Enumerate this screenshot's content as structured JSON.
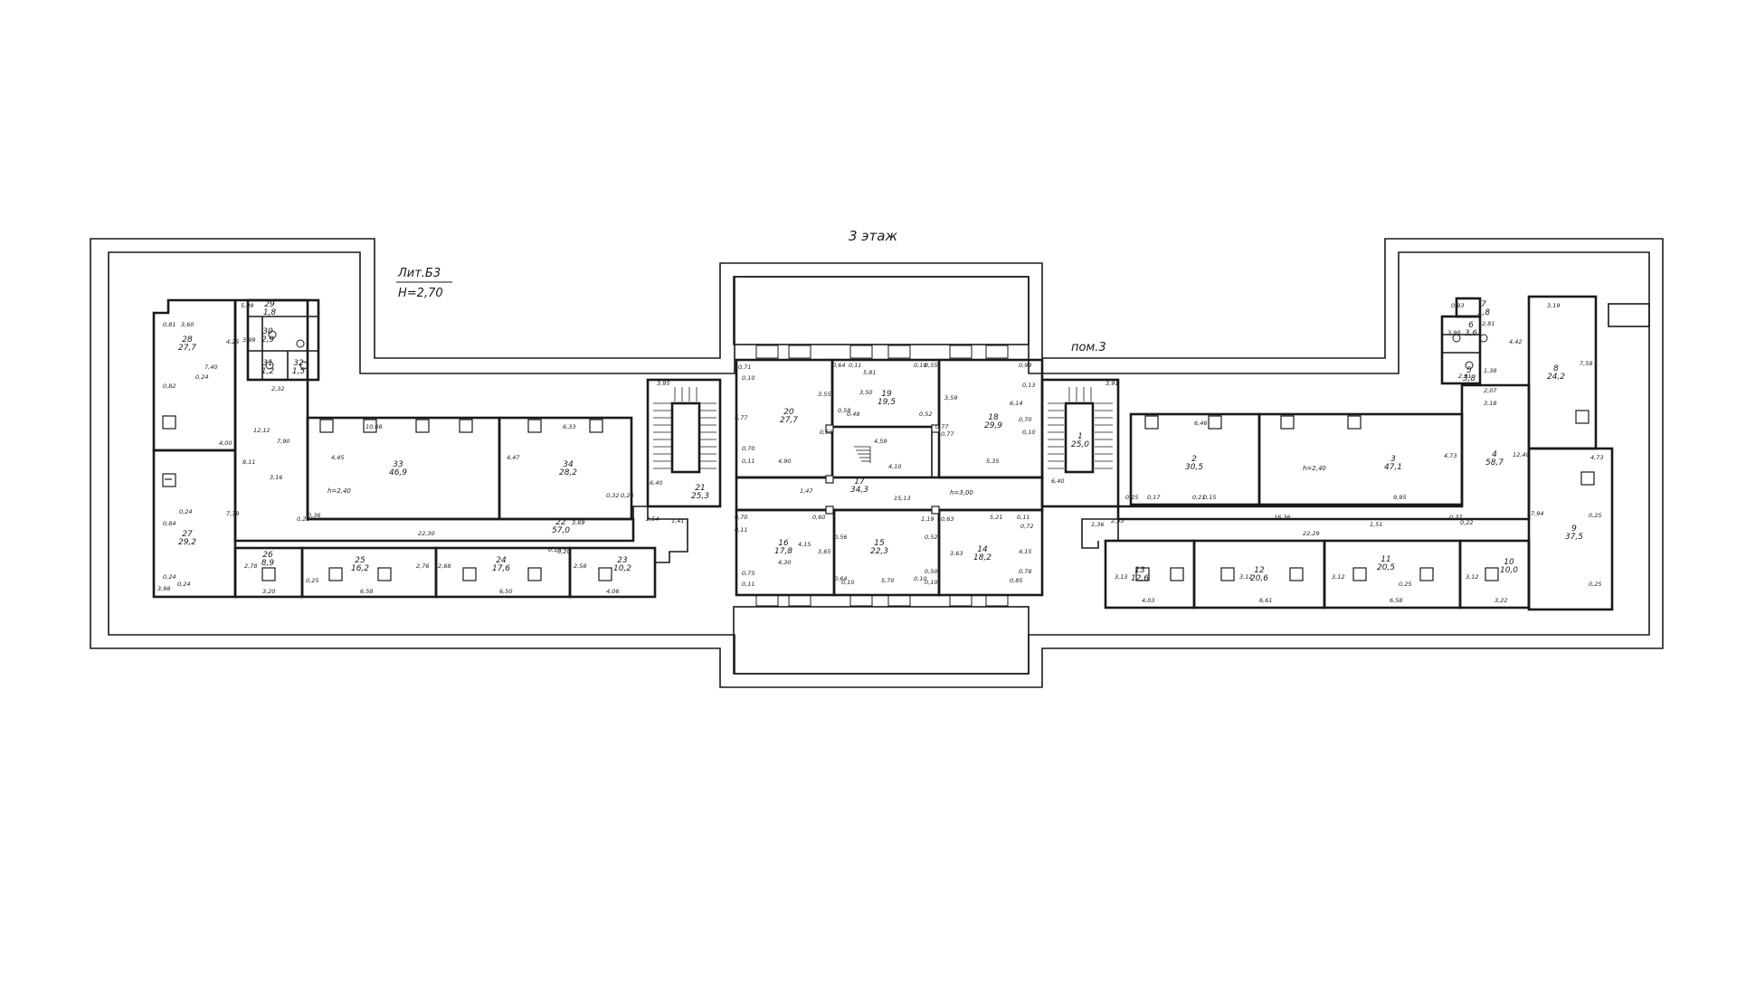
{
  "plan": {
    "floor_title": "3 этаж",
    "building_label": "Лит.Б3",
    "height_label": "H=2,70",
    "premise_label": "пом.3"
  },
  "rooms": [
    {
      "num": "28",
      "area": "27,7"
    },
    {
      "num": "27",
      "area": "29,2"
    },
    {
      "num": "22",
      "area": "57,0"
    },
    {
      "num": "29",
      "area": "1,8"
    },
    {
      "num": "30",
      "area": "2,9"
    },
    {
      "num": "31",
      "area": "1,2"
    },
    {
      "num": "32",
      "area": "1,5"
    },
    {
      "num": "33",
      "area": "46,9"
    },
    {
      "num": "34",
      "area": "28,2"
    },
    {
      "num": "26",
      "area": "8,9"
    },
    {
      "num": "25",
      "area": "16,2"
    },
    {
      "num": "24",
      "area": "17,6"
    },
    {
      "num": "23",
      "area": "10,2"
    },
    {
      "num": "21",
      "area": "25,3"
    },
    {
      "num": "20",
      "area": "27,7"
    },
    {
      "num": "19",
      "area": "19,5"
    },
    {
      "num": "18",
      "area": "29,9"
    },
    {
      "num": "17",
      "area": "34,3"
    },
    {
      "num": "16",
      "area": "17,8"
    },
    {
      "num": "15",
      "area": "22,3"
    },
    {
      "num": "14",
      "area": "18,2"
    },
    {
      "num": "1",
      "area": "25,0"
    },
    {
      "num": "2",
      "area": "30,5"
    },
    {
      "num": "3",
      "area": "47,1"
    },
    {
      "num": "4",
      "area": "58,7"
    },
    {
      "num": "7",
      "area": "1,8"
    },
    {
      "num": "6",
      "area": "3,6"
    },
    {
      "num": "5",
      "area": "3,8"
    },
    {
      "num": "8",
      "area": "24,2"
    },
    {
      "num": "9",
      "area": "37,5"
    },
    {
      "num": "13",
      "area": "12,6"
    },
    {
      "num": "12",
      "area": "20,6"
    },
    {
      "num": "11",
      "area": "20,5"
    },
    {
      "num": "10",
      "area": "10,0"
    }
  ],
  "heights": [
    "h=2,40",
    "h=3,00",
    "h=2,40"
  ],
  "dims": [
    "0,81",
    "3,60",
    "4,25",
    "7,40",
    "0,82",
    "0,24",
    "4,00",
    "0,84",
    "0,24",
    "7,39",
    "0,24",
    "0,24",
    "3,98",
    "5,09",
    "3,99",
    "2,32",
    "8,11",
    "12,12",
    "7,90",
    "3,16",
    "0,25",
    "0,36",
    "22,30",
    "3,69",
    "10,08",
    "4,45",
    "6,33",
    "4,47",
    "0,32",
    "0,26",
    "2,54",
    "1,41",
    "2,78",
    "3,20",
    "0,25",
    "6,58",
    "2,76",
    "2,68",
    "6,50",
    "0,15",
    "0,20",
    "2,58",
    "4,06",
    "3,95",
    "6,40",
    "0,71",
    "0,10",
    "6,77",
    "3,55",
    "0,70",
    "0,11",
    "4,90",
    "0,53",
    "0,64",
    "0,11",
    "5,81",
    "0,10",
    "0,55",
    "3,50",
    "0,58",
    "0,48",
    "0,52",
    "0,77",
    "4,59",
    "4,10",
    "3,59",
    "0,77",
    "0,99",
    "0,13",
    "6,14",
    "0,70",
    "0,10",
    "5,35",
    "1,47",
    "15,13",
    "6,40",
    "3,91",
    "0,70",
    "0,11",
    "0,60",
    "4,15",
    "3,65",
    "4,30",
    "0,75",
    "0,11",
    "0,56",
    "0,64",
    "0,10",
    "5,70",
    "0,10",
    "0,10",
    "1,19",
    "0,52",
    "0,50",
    "0,63",
    "5,21",
    "0,11",
    "0,72",
    "3,63",
    "4,15",
    "0,85",
    "0,78",
    "6,46",
    "0,17",
    "0,25",
    "0,21",
    "0,15",
    "4,73",
    "9,95",
    "1,36",
    "2,53",
    "16,36",
    "1,51",
    "22,29",
    "0,37",
    "0,22",
    "2,07",
    "3,18",
    "12,40",
    "3,13",
    "4,03",
    "3,12",
    "6,61",
    "3,12",
    "6,58",
    "0,25",
    "3,12",
    "3,22",
    "0,93",
    "2,81",
    "3,98",
    "4,42",
    "2,81",
    "1,38",
    "3,19",
    "7,58",
    "4,73",
    "7,94",
    "0,25",
    "0,25"
  ]
}
